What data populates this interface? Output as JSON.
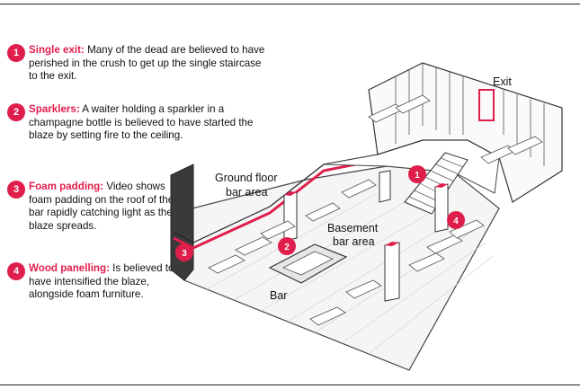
{
  "notes": [
    {
      "num": "1",
      "title": "Single exit:",
      "text": " Many of the dead are believed to have perished in the crush to get up the single staircase to the exit."
    },
    {
      "num": "2",
      "title": "Sparklers:",
      "text": " A waiter holding a sparkler in a champagne bottle is believed to have started the blaze by setting fire to the ceiling."
    },
    {
      "num": "3",
      "title": "Foam padding:",
      "text": " Video shows foam padding on the roof of the bar rapidly catching light as the blaze spreads."
    },
    {
      "num": "4",
      "title": "Wood panelling:",
      "text": " Is believed to have intensified the blaze, alongside foam furniture."
    }
  ],
  "labels": {
    "exit": "Exit",
    "ground_floor_1": "Ground floor",
    "ground_floor_2": "bar area",
    "basement_1": "Basement",
    "basement_2": "bar area",
    "bar": "Bar"
  },
  "markers": [
    "1",
    "2",
    "3",
    "4"
  ],
  "colors": {
    "accent": "#e01e4c",
    "wall_dark": "#3a3a3a",
    "floor": "#f4f4f4"
  }
}
